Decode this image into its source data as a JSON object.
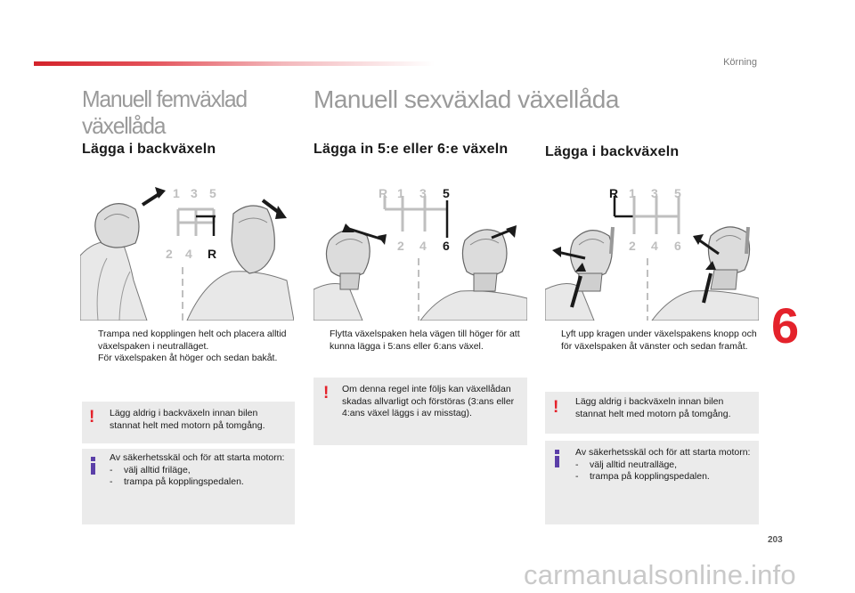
{
  "header": {
    "section": "Körning",
    "chapter": "6",
    "page": "203"
  },
  "left": {
    "title": "Manuell femväxlad växellåda",
    "subtitle": "Lägga i backväxeln",
    "gear_pattern": {
      "top": [
        "1",
        "3",
        "5"
      ],
      "bottom": [
        "2",
        "4",
        "R"
      ]
    },
    "bullets": [
      "Trampa ned kopplingen helt och placera alltid växelspaken i neutralläget.",
      "För växelspaken åt höger och sedan bakåt."
    ],
    "warning": "Lägg aldrig i backväxeln innan bilen stannat helt med motorn på tomgång.",
    "info": {
      "intro": "Av säkerhetsskäl och för att starta motorn:",
      "items": [
        "välj alltid friläge,",
        "trampa på kopplingspedalen."
      ]
    }
  },
  "main": {
    "title": "Manuell sexväxlad växellåda",
    "col1": {
      "subtitle": "Lägga in 5:e eller 6:e växeln",
      "gear_pattern": {
        "top": [
          "R",
          "1",
          "3",
          "5"
        ],
        "bottom": [
          "2",
          "4",
          "6"
        ]
      },
      "bullets": [
        "Flytta växelspaken hela vägen till höger för att kunna lägga i 5:ans eller 6:ans växel."
      ],
      "warning": "Om denna regel inte följs kan växellådan skadas allvarligt och förstöras (3:ans eller 4:ans växel läggs i av misstag)."
    },
    "col2": {
      "subtitle": "Lägga i backväxeln",
      "gear_pattern": {
        "top": [
          "R",
          "1",
          "3",
          "5"
        ],
        "bottom": [
          "2",
          "4",
          "6"
        ]
      },
      "bullets": [
        "Lyft upp kragen under växelspakens knopp och för växelspaken åt vänster och sedan framåt."
      ],
      "warning": "Lägg aldrig i backväxeln innan bilen stannat helt med motorn på tomgång.",
      "info": {
        "intro": "Av säkerhetsskäl och för att starta motorn:",
        "items": [
          "välj alltid neutralläge,",
          "trampa på kopplingspedalen."
        ]
      }
    }
  },
  "bullet_symbol": "",
  "dash": "-",
  "warning_symbol": "!",
  "footer": {
    "watermark": "carmanualsonline.info"
  },
  "colors": {
    "accent_red": "#e4222b",
    "info_purple": "#5b3fa8",
    "note_bg": "#ebebeb",
    "title_grey": "#9a9a9a"
  }
}
